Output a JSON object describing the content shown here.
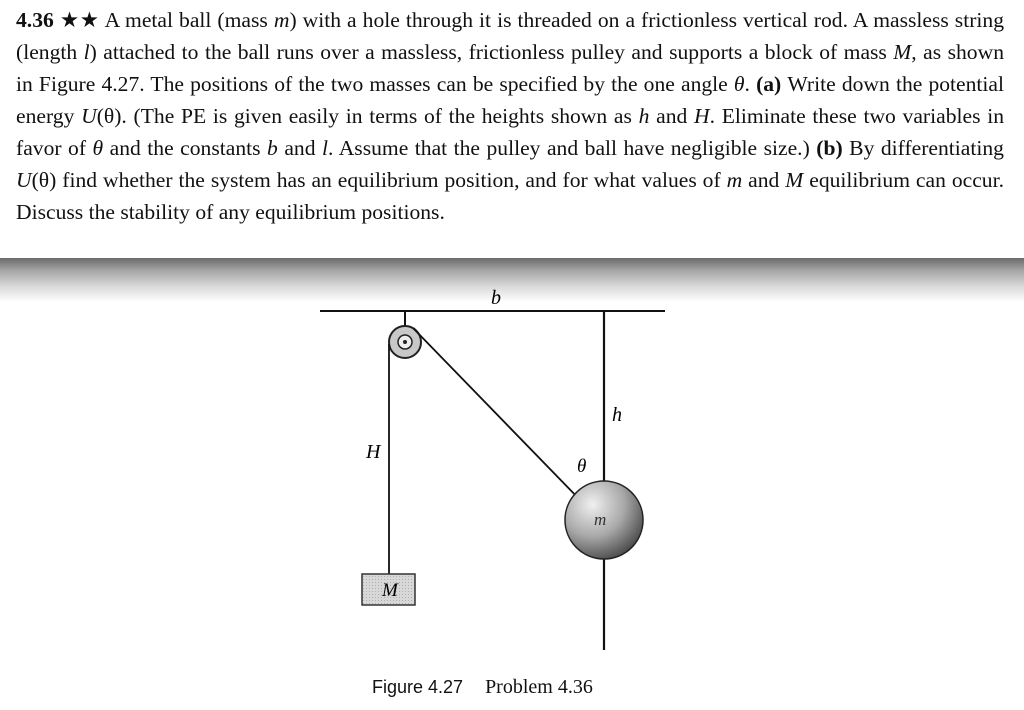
{
  "problem": {
    "number": "4.36",
    "stars": "★★",
    "seg1": " A metal ball (mass ",
    "v_m1": "m",
    "seg2": ") with a hole through it is threaded on a frictionless vertical rod. A massless string (length ",
    "v_l1": "l",
    "seg3": ") attached to the ball runs over a massless, frictionless pulley and supports a block of mass ",
    "v_M1": "M",
    "seg4": ", as shown in Figure 4.27. The positions of the two masses can be specified by the one angle ",
    "v_theta1": "θ",
    "seg5": ". ",
    "part_a": "(a)",
    "seg6": " Write down the potential energy ",
    "v_U1": "U",
    "v_U1_arg": "(θ)",
    "seg7": ". (The PE is given easily in terms of the heights shown as ",
    "v_h1": "h",
    "seg8": " and ",
    "v_H1": "H",
    "seg9": ". Eliminate these two variables in favor of ",
    "v_theta2": "θ",
    "seg10": " and the constants ",
    "v_b1": "b",
    "seg11": " and ",
    "v_l2": "l",
    "seg12": ". Assume that the pulley and ball have negligible size.) ",
    "part_b": "(b)",
    "seg13": " By differentiating ",
    "v_U2": "U",
    "v_U2_arg": "(θ)",
    "seg14": " find whether the system has an equilibrium position, and for what values of ",
    "v_m2": "m",
    "seg15": " and ",
    "v_M2": "M",
    "seg16": " equilibrium can occur. Discuss the stability of any equilibrium positions."
  },
  "figure": {
    "labels": {
      "b": "b",
      "h": "h",
      "H": "H",
      "theta": "θ",
      "m": "m",
      "M": "M"
    },
    "caption_figure": "Figure 4.27",
    "caption_problem": "Problem 4.36"
  }
}
